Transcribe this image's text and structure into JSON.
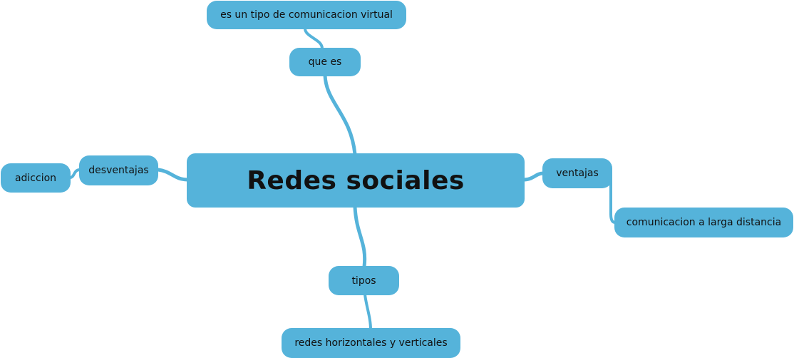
{
  "central": {
    "label": "Redes sociales"
  },
  "branches": {
    "que_es": {
      "label": "que es",
      "child": "es un tipo de comunicacion virtual"
    },
    "desventajas": {
      "label": "desventajas",
      "child": "adiccion"
    },
    "ventajas": {
      "label": "ventajas",
      "child": "comunicacion a larga distancia"
    },
    "tipos": {
      "label": "tipos",
      "child": "redes horizontales y verticales"
    }
  },
  "colors": {
    "node_fill": "#55b3da",
    "connector": "#55b3da",
    "text": "#111111",
    "background": "#ffffff"
  }
}
